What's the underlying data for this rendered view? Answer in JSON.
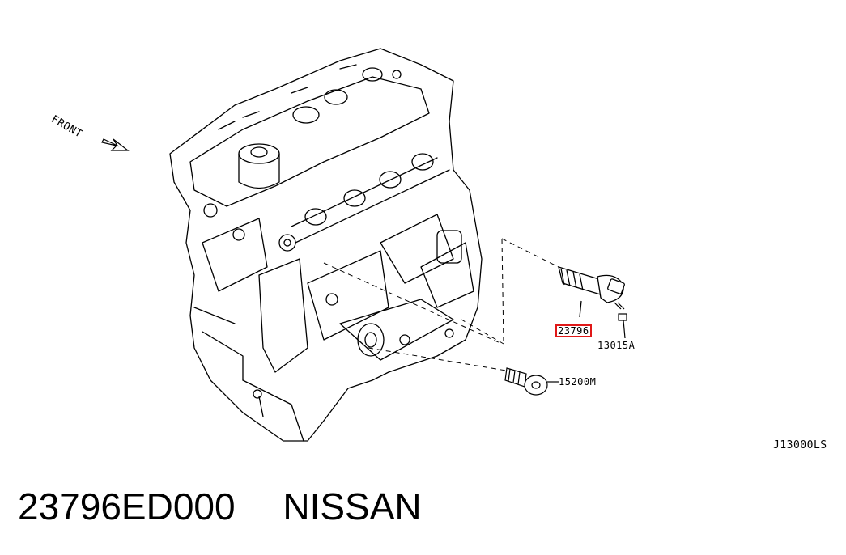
{
  "diagram": {
    "front_label": "FRONT",
    "callouts": {
      "main_part": "23796",
      "bolt": "13015A",
      "filter": "15200M"
    },
    "diagram_code": "J13000LS",
    "highlight_color": "#e01818"
  },
  "caption": {
    "part_number": "23796ED000",
    "brand": "NISSAN"
  }
}
